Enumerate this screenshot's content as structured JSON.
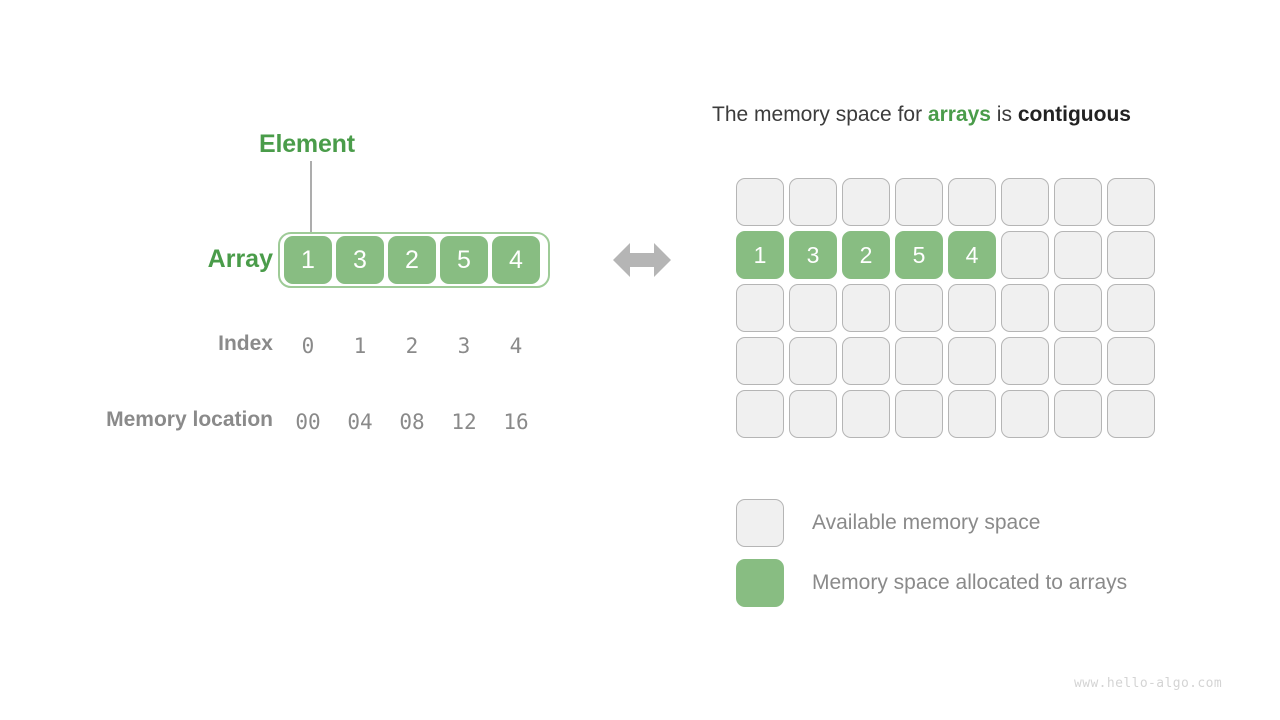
{
  "left": {
    "element_label": "Element",
    "row_labels": {
      "array": "Array",
      "index": "Index",
      "memory_location": "Memory location"
    },
    "array_values": [
      "1",
      "3",
      "2",
      "5",
      "4"
    ],
    "index_values": [
      "0",
      "1",
      "2",
      "3",
      "4"
    ],
    "memory_values": [
      "00",
      "04",
      "08",
      "12",
      "16"
    ]
  },
  "connector": {
    "arrow_icon": "double-headed-horizontal-arrow"
  },
  "right": {
    "heading": {
      "part1": "The memory space for ",
      "highlight_green": "arrays",
      "part2": " is ",
      "highlight_dark": "contiguous"
    },
    "grid": {
      "columns": 8,
      "rows": 5,
      "allocated_row_index": 1,
      "allocated_values": [
        "1",
        "3",
        "2",
        "5",
        "4"
      ]
    },
    "legend": [
      {
        "swatch": "free",
        "label": "Available memory space"
      },
      {
        "swatch": "used",
        "label": "Memory space allocated to arrays"
      }
    ]
  },
  "watermark": "www.hello-algo.com",
  "colors": {
    "green_text": "#4a9c4a",
    "green_fill": "#88bd82",
    "green_outline": "#9ecb97",
    "gray_text": "#8a8a8a",
    "dark_text": "#3c3c3c",
    "cell_free_fill": "#f0f0f0",
    "cell_free_border": "#b5b5b5",
    "arrow_gray": "#b5b5b5",
    "watermark_gray": "#d4d4d4"
  }
}
